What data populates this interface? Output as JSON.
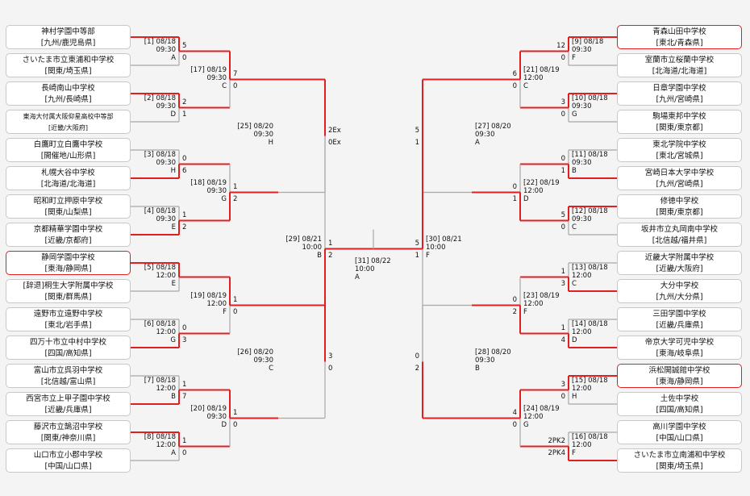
{
  "left_teams": [
    {
      "name": "神村学園中等部",
      "region": "[九州/鹿児島県]",
      "highlight": false
    },
    {
      "name": "さいたま市立東浦和中学校",
      "region": "[関東/埼玉県]",
      "highlight": false
    },
    {
      "name": "長崎南山中学校",
      "region": "[九州/長崎県]",
      "highlight": false
    },
    {
      "name": "東海大付属大阪仰星高校中等部",
      "region": "[近畿/大阪府]",
      "highlight": false,
      "small": true
    },
    {
      "name": "白鷹町立白鷹中学校",
      "region": "[開催地/山形県]",
      "highlight": false
    },
    {
      "name": "札幌大谷中学校",
      "region": "[北海道/北海道]",
      "highlight": false
    },
    {
      "name": "昭和町立押原中学校",
      "region": "[関東/山梨県]",
      "highlight": false
    },
    {
      "name": "京都精華学園中学校",
      "region": "[近畿/京都府]",
      "highlight": false
    },
    {
      "name": "静岡学園中学校",
      "region": "[東海/静岡県]",
      "highlight": true
    },
    {
      "name": "[辞退]桐生大学附属中学校",
      "region": "[関東/群馬県]",
      "highlight": false
    },
    {
      "name": "遠野市立遠野中学校",
      "region": "[東北/岩手県]",
      "highlight": false
    },
    {
      "name": "四万十市立中村中学校",
      "region": "[四国/高知県]",
      "highlight": false
    },
    {
      "name": "富山市立呉羽中学校",
      "region": "[北信越/富山県]",
      "highlight": false
    },
    {
      "name": "西宮市立上甲子園中学校",
      "region": "[近畿/兵庫県]",
      "highlight": false
    },
    {
      "name": "藤沢市立鵠沼中学校",
      "region": "[関東/神奈川県]",
      "highlight": false
    },
    {
      "name": "山口市立小郡中学校",
      "region": "[中国/山口県]",
      "highlight": false
    }
  ],
  "right_teams": [
    {
      "name": "青森山田中学校",
      "region": "[東北/青森県]",
      "highlight": true
    },
    {
      "name": "室蘭市立桜蘭中学校",
      "region": "[北海道/北海道]",
      "highlight": false
    },
    {
      "name": "日章学園中学校",
      "region": "[九州/宮崎県]",
      "highlight": false
    },
    {
      "name": "駒場東邦中学校",
      "region": "[関東/東京都]",
      "highlight": false
    },
    {
      "name": "東北学院中学校",
      "region": "[東北/宮城県]",
      "highlight": false
    },
    {
      "name": "宮崎日本大学中学校",
      "region": "[九州/宮崎県]",
      "highlight": false
    },
    {
      "name": "修徳中学校",
      "region": "[関東/東京都]",
      "highlight": false
    },
    {
      "name": "坂井市立丸岡南中学校",
      "region": "[北信越/福井県]",
      "highlight": false
    },
    {
      "name": "近畿大学附属中学校",
      "region": "[近畿/大阪府]",
      "highlight": false
    },
    {
      "name": "大分中学校",
      "region": "[九州/大分県]",
      "highlight": false
    },
    {
      "name": "三田学園中学校",
      "region": "[近畿/兵庫県]",
      "highlight": false
    },
    {
      "name": "帝京大学可児中学校",
      "region": "[東海/岐阜県]",
      "highlight": false
    },
    {
      "name": "浜松開誠館中学校",
      "region": "[東海/静岡県]",
      "highlight": true
    },
    {
      "name": "土佐中学校",
      "region": "[四国/高知県]",
      "highlight": false
    },
    {
      "name": "高川学園中学校",
      "region": "[中国/山口県]",
      "highlight": false
    },
    {
      "name": "さいたま市立南浦和中学校",
      "region": "[関東/埼玉県]",
      "highlight": false
    }
  ],
  "left_r1": [
    {
      "info": [
        "[1] 08/18",
        "09:30",
        "A"
      ],
      "top": "5",
      "bottom": "0",
      "win": 0
    },
    {
      "info": [
        "[2] 08/18",
        "09:30",
        "D"
      ],
      "top": "2",
      "bottom": "1",
      "win": 0
    },
    {
      "info": [
        "[3] 08/18",
        "09:30",
        "H"
      ],
      "top": "0",
      "bottom": "6",
      "win": 1
    },
    {
      "info": [
        "[4] 08/18",
        "09:30",
        "E"
      ],
      "top": "1",
      "bottom": "2",
      "win": 1
    },
    {
      "info": [
        "[5] 08/18",
        "12:00",
        "E"
      ],
      "top": "",
      "bottom": "",
      "win": 0
    },
    {
      "info": [
        "[6] 08/18",
        "12:00",
        "G"
      ],
      "top": "0",
      "bottom": "3",
      "win": 1
    },
    {
      "info": [
        "[7] 08/18",
        "12:00",
        "B"
      ],
      "top": "1",
      "bottom": "7",
      "win": 1
    },
    {
      "info": [
        "[8] 08/18",
        "12:00",
        "A"
      ],
      "top": "1",
      "bottom": "0",
      "win": 0
    }
  ],
  "left_r2": [
    {
      "info": [
        "[17] 08/19",
        "09:30",
        "C"
      ],
      "top": "7",
      "bottom": "0",
      "win": 0
    },
    {
      "info": [
        "[18] 08/19",
        "09:30",
        "G"
      ],
      "top": "1",
      "bottom": "2",
      "win": 1
    },
    {
      "info": [
        "[19] 08/19",
        "12:00",
        "F"
      ],
      "top": "1",
      "bottom": "0",
      "win": 0
    },
    {
      "info": [
        "[20] 08/19",
        "09:30",
        "D"
      ],
      "top": "1",
      "bottom": "0",
      "win": 0
    }
  ],
  "left_r3": [
    {
      "info": [
        "[25] 08/20",
        "09:30",
        "H"
      ],
      "top": "2Ex",
      "bottom": "0Ex",
      "win": 0
    },
    {
      "info": [
        "[26] 08/20",
        "09:30",
        "C"
      ],
      "top": "3",
      "bottom": "0",
      "win": 0
    }
  ],
  "left_r4": {
    "info": [
      "[29] 08/21",
      "10:00",
      "B"
    ],
    "top": "1",
    "bottom": "2",
    "win": 1
  },
  "final": {
    "info": [
      "[31] 08/22",
      "10:00",
      "A"
    ]
  },
  "right_r4": {
    "info": [
      "[30] 08/21",
      "10:00",
      "F"
    ],
    "top": "5",
    "bottom": "1",
    "win": 0
  },
  "right_r3": [
    {
      "info": [
        "[27] 08/20",
        "09:30",
        "A"
      ],
      "top": "5",
      "bottom": "1",
      "win": 0
    },
    {
      "info": [
        "[28] 08/20",
        "09:30",
        "B"
      ],
      "top": "0",
      "bottom": "2",
      "win": 1
    }
  ],
  "right_r2": [
    {
      "info": [
        "[21] 08/19",
        "12:00",
        "C"
      ],
      "top": "6",
      "bottom": "0",
      "win": 0
    },
    {
      "info": [
        "[22] 08/19",
        "12:00",
        "D"
      ],
      "top": "0",
      "bottom": "1",
      "win": 1
    },
    {
      "info": [
        "[23] 08/19",
        "12:00",
        "F"
      ],
      "top": "0",
      "bottom": "2",
      "win": 1
    },
    {
      "info": [
        "[24] 08/19",
        "12:00",
        "G"
      ],
      "top": "4",
      "bottom": "0",
      "win": 0
    }
  ],
  "right_r1": [
    {
      "info": [
        "[9] 08/18",
        "09:30",
        "F"
      ],
      "top": "12",
      "bottom": "0",
      "win": 0
    },
    {
      "info": [
        "[10] 08/18",
        "09:30",
        "G"
      ],
      "top": "3",
      "bottom": "0",
      "win": 0
    },
    {
      "info": [
        "[11] 08/18",
        "09:30",
        "B"
      ],
      "top": "0",
      "bottom": "1",
      "win": 1
    },
    {
      "info": [
        "[12] 08/18",
        "09:30",
        "C"
      ],
      "top": "5",
      "bottom": "0",
      "win": 0
    },
    {
      "info": [
        "[13] 08/18",
        "12:00",
        "C"
      ],
      "top": "1",
      "bottom": "3",
      "win": 1
    },
    {
      "info": [
        "[14] 08/18",
        "12:00",
        "D"
      ],
      "top": "1",
      "bottom": "4",
      "win": 1
    },
    {
      "info": [
        "[15] 08/18",
        "12:00",
        "H"
      ],
      "top": "3",
      "bottom": "0",
      "win": 0
    },
    {
      "info": [
        "[16] 08/18",
        "12:00",
        "F"
      ],
      "top": "2PK2",
      "bottom": "2PK4",
      "win": 1
    }
  ],
  "colors": {
    "win_line": "#e02020",
    "lose_line": "#a8a8a8",
    "highlight_border": "#e02020"
  }
}
